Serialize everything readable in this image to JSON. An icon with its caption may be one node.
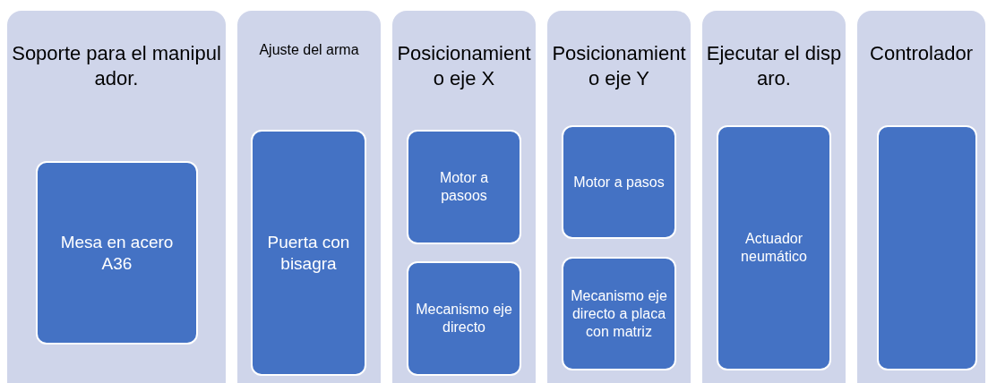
{
  "diagram": {
    "nodes": [
      {
        "text": [
          "Soporte para el manipulador."
        ]
      },
      {
        "text": [
          "Mesa en acero A36"
        ],
        "in": 0
      },
      {
        "text": [
          "Ajuste del arma"
        ]
      },
      {
        "text": [
          "Puerta con bisagra"
        ],
        "in": 2
      },
      {
        "text": [
          "Posicionamiento eje X"
        ]
      },
      {
        "text": [
          "Motor a pasoos"
        ],
        "in": 4
      },
      {
        "text": [
          "Mecanismo eje directo"
        ],
        "in": 4
      },
      {
        "text": [
          "Posicionamiento eje Y"
        ]
      },
      {
        "text": [
          "Motor a pasos"
        ],
        "in": 7
      },
      {
        "text": [
          "Mecanismo eje directo a placa con matriz"
        ],
        "in": 7
      },
      {
        "text": [
          "Ejecutar el disparo."
        ]
      },
      {
        "text": [
          "Actuador neumático"
        ],
        "in": 10
      },
      {
        "text": [
          "Controlador"
        ]
      },
      {
        "text": [],
        "shape": "box",
        "in": 12
      }
    ]
  }
}
